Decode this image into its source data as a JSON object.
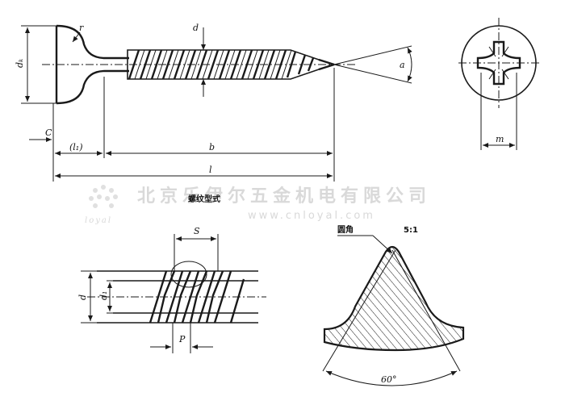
{
  "top_view": {
    "label_r": "r",
    "label_d": "d",
    "label_dk": "dₖ",
    "label_a": "a",
    "label_c": "C",
    "label_l1": "(l₁)",
    "label_b": "b",
    "label_l": "l",
    "caption": "螺纹型式"
  },
  "head_view": {
    "label_m": "m"
  },
  "thread_view": {
    "label_s": "S",
    "label_d": "d",
    "label_d1": "d₁",
    "label_p": "P"
  },
  "profile_view": {
    "label_round": "圆角",
    "label_scale": "5:1",
    "label_angle": "60°"
  },
  "watermark": {
    "company": "北京乐伊尔五金机电有限公司",
    "url": "www.cnloyal.com",
    "logo_text": "loyal"
  }
}
